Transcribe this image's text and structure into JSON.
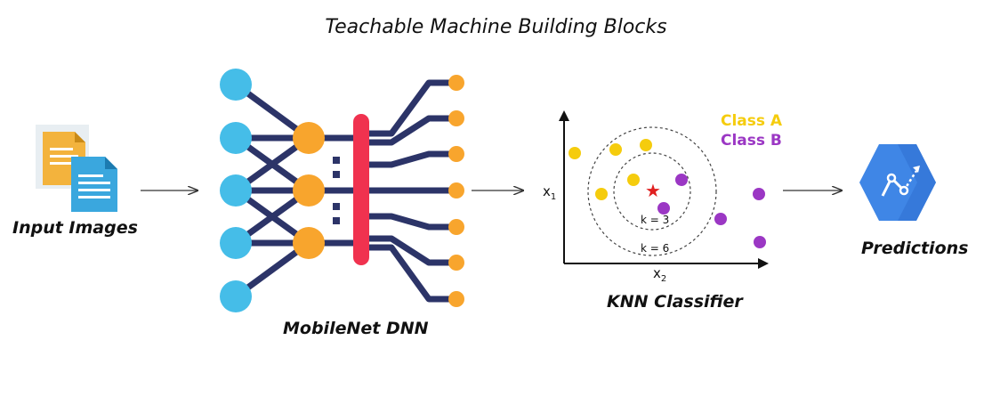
{
  "title": "Teachable Machine Building Blocks",
  "blocks": {
    "input": "Input Images",
    "dnn": "MobileNet DNN",
    "knn": "KNN Classifier",
    "output": "Predictions"
  },
  "knn": {
    "legend": [
      {
        "label": "Class A",
        "color": "#f5cc0d"
      },
      {
        "label": "Class B",
        "color": "#9b37c4"
      }
    ],
    "x_axis_label": "x",
    "x_axis_sub": "1",
    "y_axis_label": "x",
    "y_axis_sub": "2",
    "k_small": "k = 3",
    "k_large": "k = 6"
  },
  "colors": {
    "input_node": "#45bde8",
    "hidden_node": "#f8a52d",
    "output_node": "#f8a52d",
    "edge": "#2c3468",
    "bar": "#f0324f",
    "hexagon": "#3f86e6",
    "doc_orange": "#f3b33d",
    "doc_blue": "#3aa7de"
  },
  "icons": [
    "documents-icon",
    "prediction-hexagon-icon"
  ]
}
